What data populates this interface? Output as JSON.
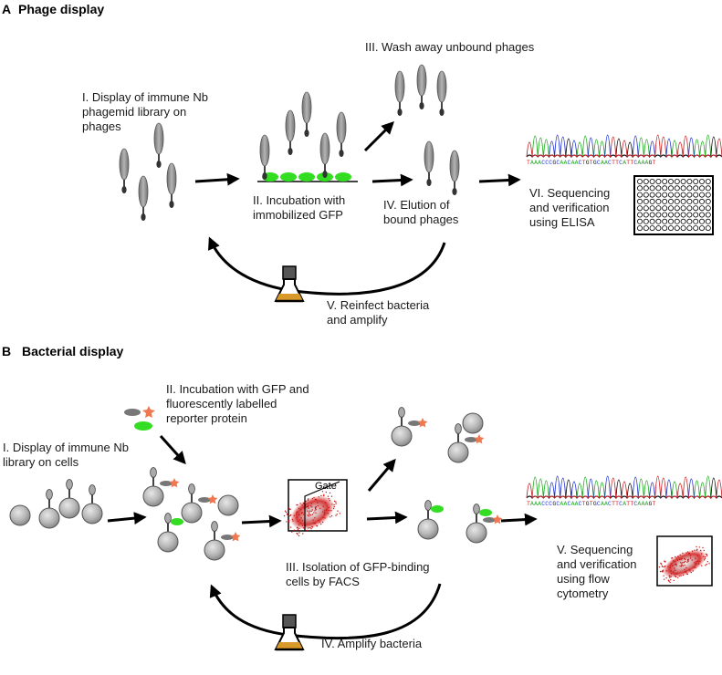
{
  "panelA": {
    "letter": "A",
    "title": "Phage display",
    "step1": "I. Display of immune Nb\nphagemid library on\nphages",
    "step2": "II. Incubation with\nimmobilized GFP",
    "step3": "III. Wash away unbound phages",
    "step4": "IV. Elution of\nbound phages",
    "step5": "V. Reinfect bacteria\nand amplify",
    "step6": "VI. Sequencing\nand verification\nusing ELISA",
    "sequence": "TAAACCCGCAACAACTGTGCAACTTCATTCAAAGT"
  },
  "panelB": {
    "letter": "B",
    "title": "Bacterial display",
    "step1": "I. Display of immune Nb\nlibrary on cells",
    "step2": "II. Incubation with GFP and\nfluorescently labelled\nreporter protein",
    "step3": "III. Isolation of GFP-binding\ncells by FACS",
    "step4": "IV. Amplify bacteria",
    "step5": "V. Sequencing\nand verification\nusing flow\ncytometry",
    "gate_label": "Gate",
    "sequence": "TAAACCCGCAACAACTGTGCAACTTCATTCAAAGT"
  },
  "colors": {
    "gfp": "#33dd22",
    "reporter": "#f07850",
    "phage": "#888888",
    "cell": "#bbbbbb",
    "flask_liquid": "#d89a2a",
    "facs_dots": "#cc1111",
    "base_A": "#22aa22",
    "base_C": "#2233cc",
    "base_G": "#111111",
    "base_T": "#cc2222"
  }
}
